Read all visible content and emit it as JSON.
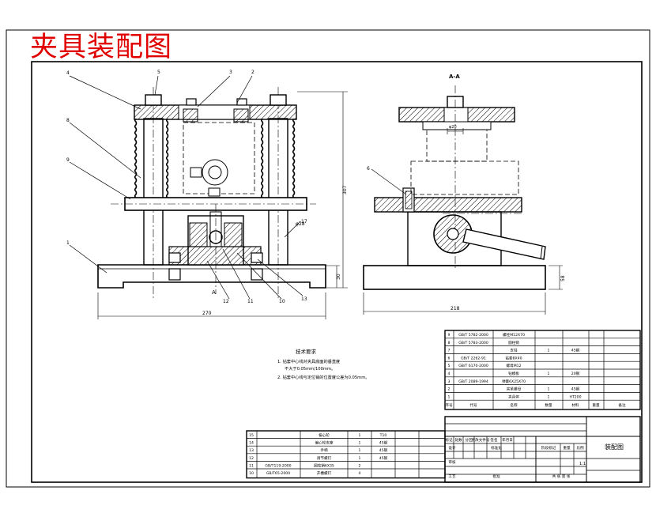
{
  "drawing": {
    "title": "夹具装配图",
    "section_label": "A-A",
    "title_block_name": "装配图",
    "scale": "1:1",
    "tech_req_title": "技术要求",
    "tech_req_lines": [
      "1. 钻套中心线对夹具底面的垂直度",
      "不大于0.05mm/100mm。",
      "2. 钻套中心线与定位销的位置度公差为0.05mm。"
    ],
    "dims": {
      "total_height": "307",
      "base_height": "30",
      "width_front": "270",
      "width_side": "218",
      "drill_dim": "φ28",
      "side_height": "58",
      "bushing_dim": "φ20"
    },
    "callouts_front": [
      "4",
      "5",
      "3",
      "2",
      "8",
      "9",
      "1",
      "12",
      "11",
      "10",
      "13",
      "17"
    ],
    "callouts_side": [
      "6"
    ],
    "bom_upper": [
      {
        "no": "9",
        "code": "GB/T 5782-2000",
        "name": "螺栓M12X70",
        "qty": "",
        "mat": ""
      },
      {
        "no": "8",
        "code": "GB/T 5783-2000",
        "name": "圆柱销",
        "qty": "",
        "mat": ""
      },
      {
        "no": "7",
        "code": "",
        "name": "支柱",
        "qty": "1",
        "mat": "45钢"
      },
      {
        "no": "6",
        "code": "GB/T 2262-91",
        "name": "钻套8X40",
        "qty": "",
        "mat": ""
      },
      {
        "no": "5",
        "code": "GB/T 6170-2000",
        "name": "螺母M12",
        "qty": "",
        "mat": ""
      },
      {
        "no": "4",
        "code": "",
        "name": "钻模板",
        "qty": "1",
        "mat": "20钢"
      },
      {
        "no": "3",
        "code": "GB/T 2089-1994",
        "name": "弹簧6X25X70",
        "qty": "",
        "mat": ""
      },
      {
        "no": "2",
        "code": "",
        "name": "夹紧螺母",
        "qty": "1",
        "mat": "45钢"
      },
      {
        "no": "1",
        "code": "",
        "name": "夹具体",
        "qty": "1",
        "mat": "HT200"
      }
    ],
    "bom_lower": [
      {
        "no": "15",
        "code": "",
        "name": "偏心轮",
        "qty": "1",
        "mat": "T10"
      },
      {
        "no": "14",
        "code": "",
        "name": "偏心轮支座",
        "qty": "1",
        "mat": "45钢"
      },
      {
        "no": "13",
        "code": "",
        "name": "手柄",
        "qty": "1",
        "mat": "45钢"
      },
      {
        "no": "12",
        "code": "",
        "name": "调节螺钉",
        "qty": "1",
        "mat": "45钢"
      },
      {
        "no": "11",
        "code": "GB/T119-2000",
        "name": "圆柱销6X35",
        "qty": "2",
        "mat": ""
      },
      {
        "no": "10",
        "code": "GB/T65-2000",
        "name": "开槽螺钉",
        "qty": "4",
        "mat": ""
      }
    ],
    "bom_header": [
      "序号",
      "代号",
      "名称",
      "数量",
      "材料",
      "重量",
      "备注"
    ],
    "title_block": {
      "labels": [
        "标记",
        "处数",
        "分区",
        "更改文件号",
        "签名",
        "年月日"
      ],
      "design": "设计",
      "standard": "标准化",
      "review": "审核",
      "craft": "工艺",
      "approve": "批准",
      "stage": "阶段标记",
      "weight": "重量",
      "scale_label": "比例",
      "sheets": "共 张 第 张"
    }
  }
}
